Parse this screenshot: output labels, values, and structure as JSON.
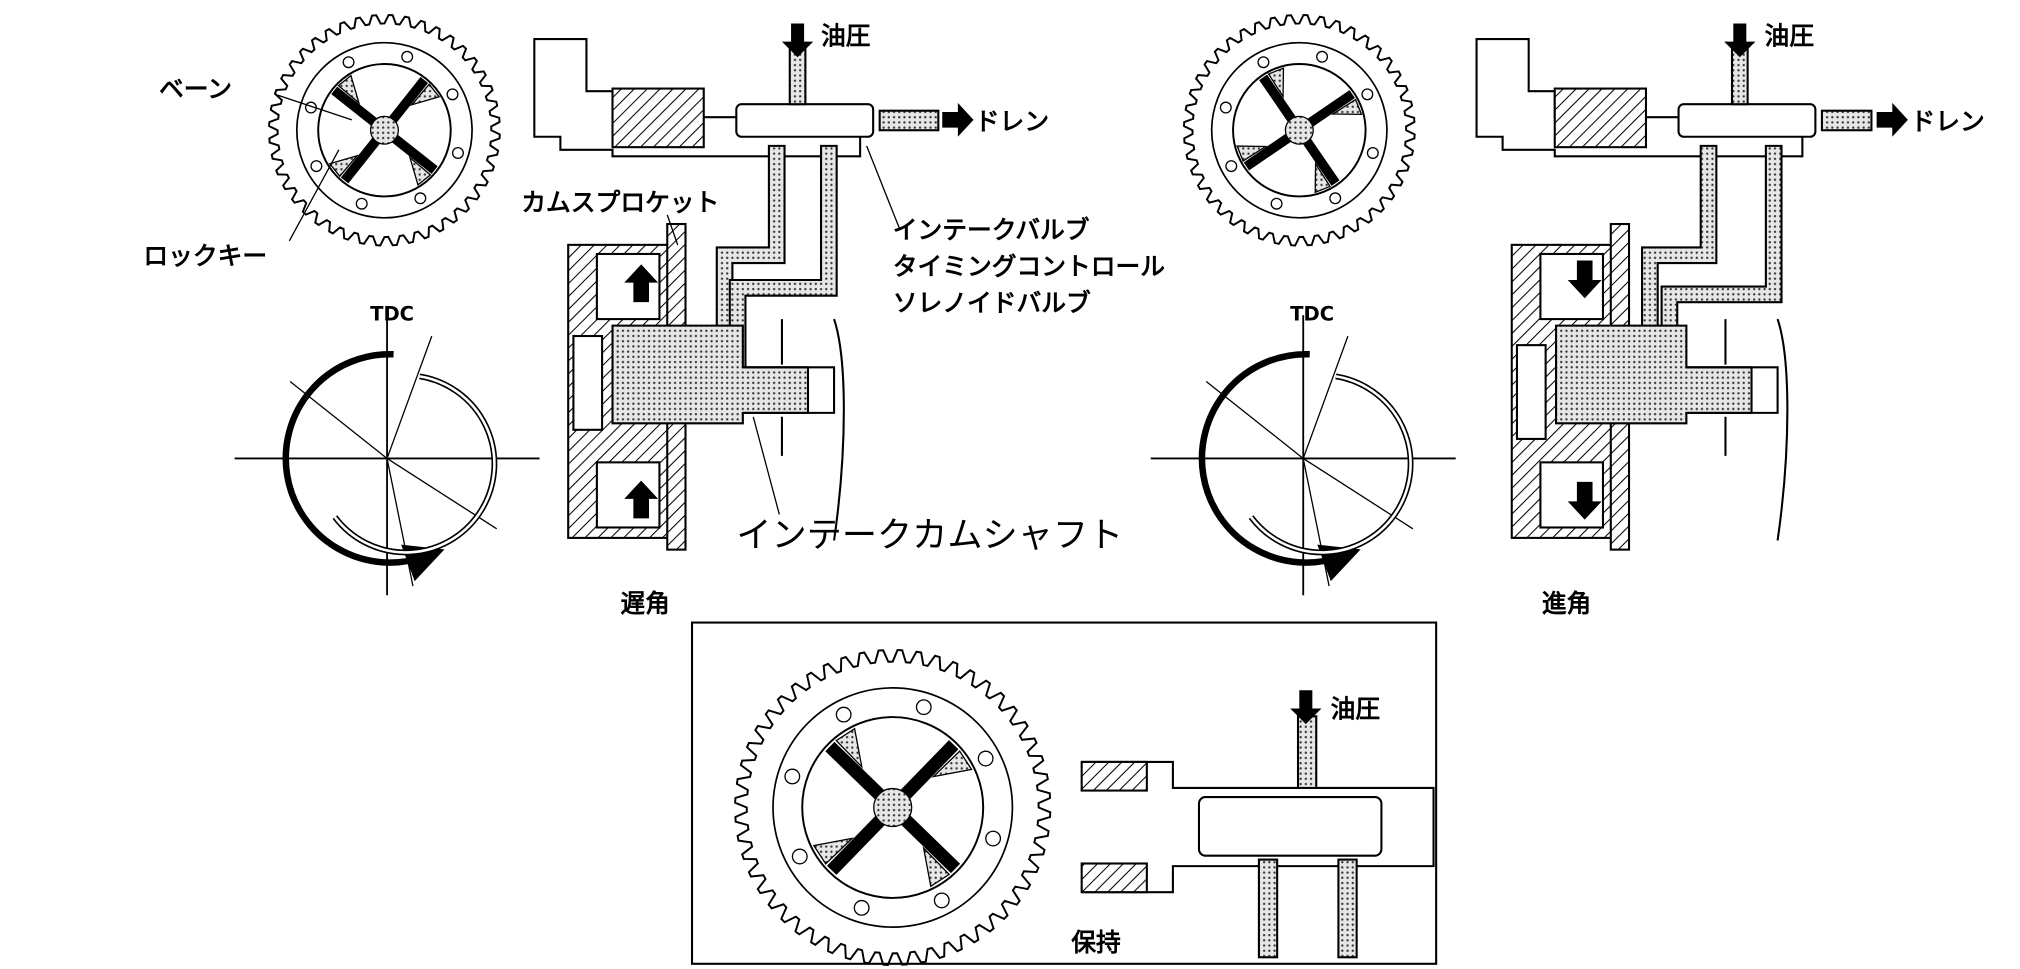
{
  "labels": {
    "oil_pressure": "油圧",
    "drain": "ドレン",
    "vane": "ベーン",
    "lock_key": "ロックキー",
    "cam_sprocket": "カムスプロケット",
    "solenoid_line1": "インテークバルブ",
    "solenoid_line2": "タイミングコントロール",
    "solenoid_line3": "ソレノイドバルブ",
    "tdc": "TDC",
    "intake_camshaft": "インテークカムシャフト",
    "retard": "遅角",
    "advance": "進角",
    "hold": "保持"
  },
  "colors": {
    "line": "#000000",
    "background": "#ffffff",
    "stipple": "#9a9a9a"
  }
}
